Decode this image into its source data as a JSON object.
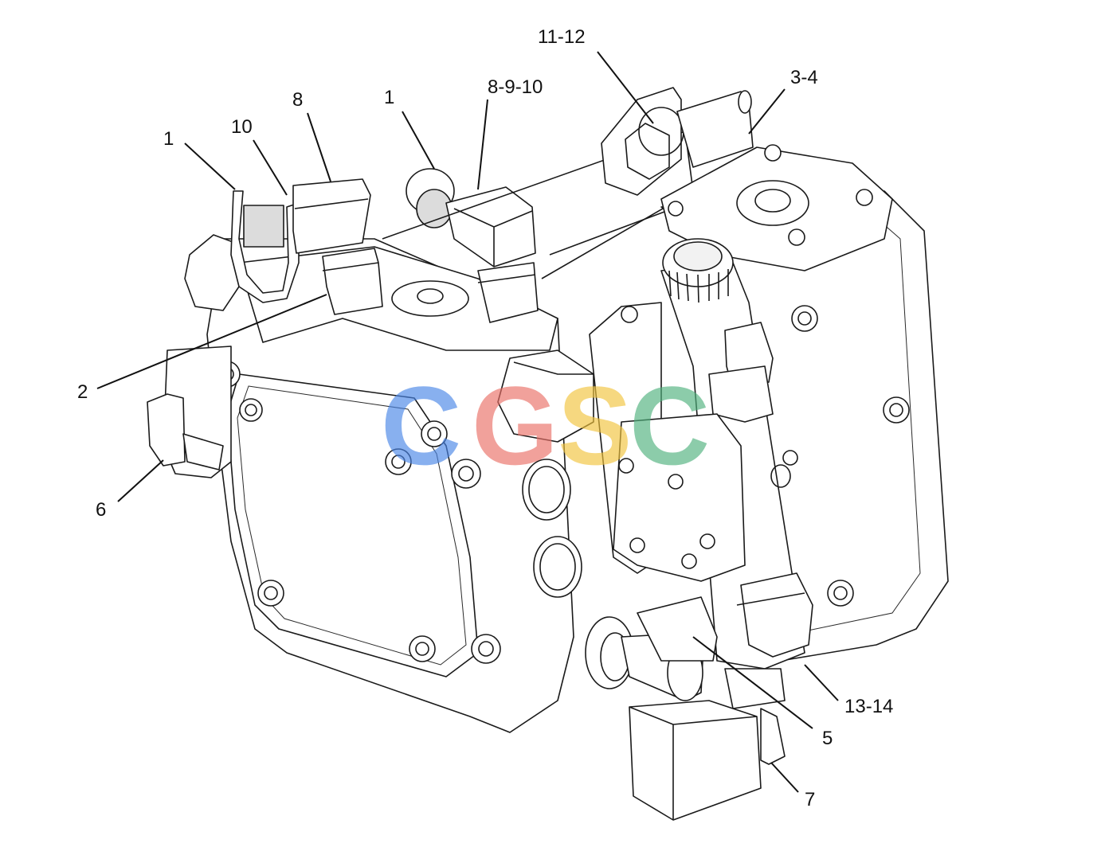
{
  "callouts": [
    {
      "id": "c-1-left",
      "text": "1"
    },
    {
      "id": "c-10",
      "text": "10"
    },
    {
      "id": "c-8",
      "text": "8"
    },
    {
      "id": "c-1-mid",
      "text": "1"
    },
    {
      "id": "c-8-9-10",
      "text": "8-9-10"
    },
    {
      "id": "c-11-12",
      "text": "11-12"
    },
    {
      "id": "c-3-4",
      "text": "3-4"
    },
    {
      "id": "c-2",
      "text": "2"
    },
    {
      "id": "c-6",
      "text": "6"
    },
    {
      "id": "c-13-14",
      "text": "13-14"
    },
    {
      "id": "c-5",
      "text": "5"
    },
    {
      "id": "c-7",
      "text": "7"
    }
  ],
  "watermark": {
    "letters": [
      "C",
      "G",
      "S",
      "C"
    ],
    "colors": [
      "#4a86e8",
      "#ea6f66",
      "#f2c43d",
      "#4fb27d"
    ]
  }
}
